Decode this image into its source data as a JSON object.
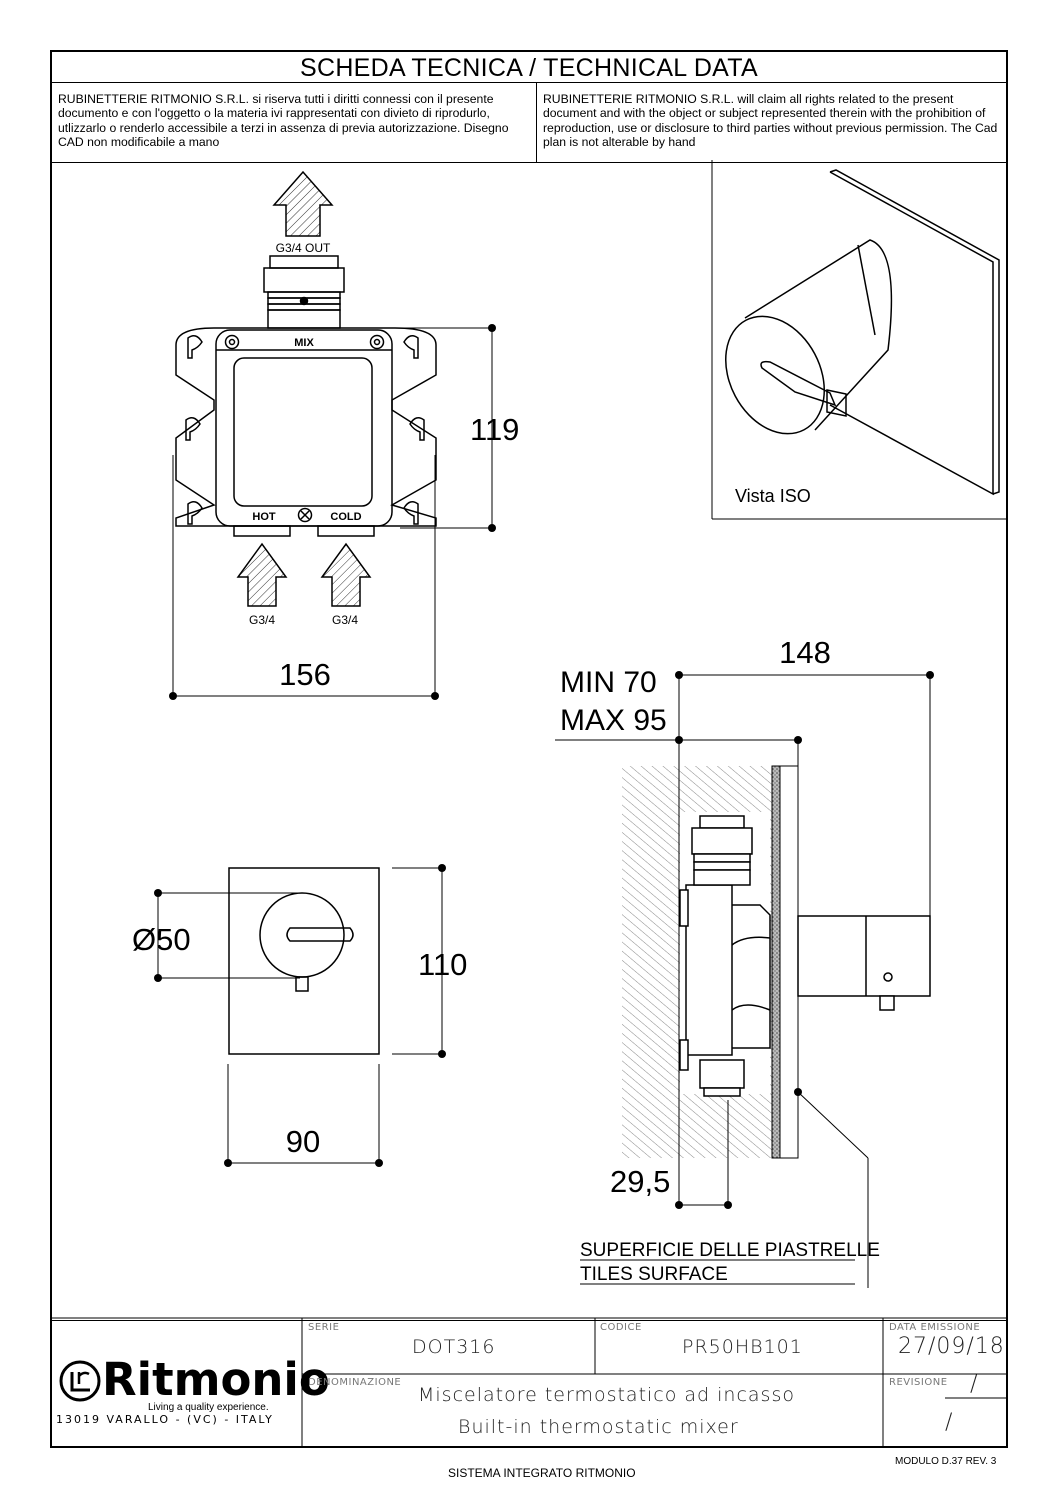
{
  "header": {
    "title": "SCHEDA TECNICA / TECHNICAL DATA",
    "notice_it": "RUBINETTERIE RITMONIO S.R.L. si riserva tutti i diritti connessi con il presente documento e con l'oggetto o la materia ivi rappresentati con divieto di riprodurlo, utlizzarlo o renderlo accessibile a terzi in assenza di previa autorizzazione. Disegno CAD non modificabile a mano",
    "notice_en": "RUBINETTERIE RITMONIO S.R.L. will claim all rights related to the present document and with the object or subject represented therein with the prohibition  of reproduction, use or disclosure to third parties without previous permission.  The Cad plan is not alterable by hand"
  },
  "top_view": {
    "outlet_label": "G3/4 OUT",
    "mix_label": "MIX",
    "hot_label": "HOT",
    "cold_label": "COLD",
    "inlet_hot_label": "G3/4",
    "inlet_cold_label": "G3/4",
    "height_dim": "119",
    "width_dim": "156"
  },
  "iso_view": {
    "label": "Vista ISO"
  },
  "front_view": {
    "diameter_dim": "Ø50",
    "height_dim": "110",
    "width_dim": "90"
  },
  "side_view": {
    "depth_dim": "148",
    "min_label": "MIN 70",
    "max_label": "MAX 95",
    "offset_dim": "29,5",
    "surface_label_it": "SUPERFICIE DELLE PIASTRELLE",
    "surface_label_en": "TILES SURFACE"
  },
  "title_block": {
    "company": "Ritmonio",
    "tagline": "Living a quality experience.",
    "address": "13019 VARALLO - (VC) - ITALY",
    "serie_label": "SERIE",
    "serie_value": "DOT316",
    "codice_label": "CODICE",
    "codice_value": "PR50HB101",
    "data_label": "DATA EMISSIONE",
    "data_value": "27/09/18",
    "denominazione_label": "DENOMINAZIONE",
    "description_it": "Miscelatore termostatico ad incasso",
    "description_en": "Built-in thermostatic mixer",
    "revisione_label": "REVISIONE",
    "revisione_value": "/",
    "revisione_value_2": "/"
  },
  "footer": {
    "modulo": "MODULO D.37 REV. 3",
    "sistema": "SISTEMA INTEGRATO RITMONIO"
  }
}
